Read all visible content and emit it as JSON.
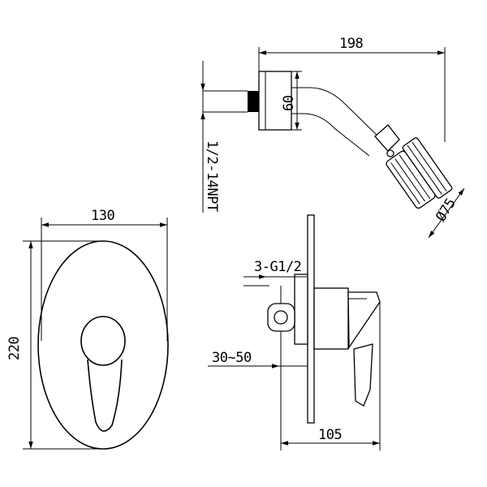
{
  "dimensions": {
    "showerhead_reach": "198",
    "wall_flange_height": "60",
    "thread_spec": "1/2-14NPT",
    "head_diameter": "Ø75",
    "plate_width": "130",
    "plate_height": "220",
    "inlet_spec": "3-G1/2",
    "wall_depth": "30~50",
    "body_depth": "105"
  }
}
